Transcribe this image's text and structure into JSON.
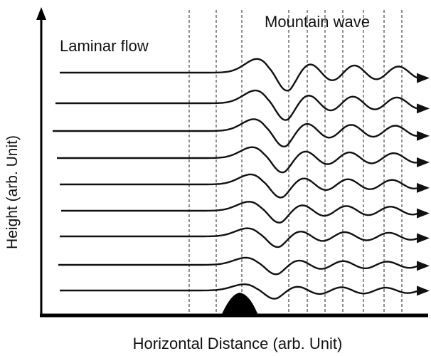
{
  "labels": {
    "mountain_wave": "Mountain wave",
    "laminar_flow": "Laminar flow",
    "y_axis": "Height (arb. Unit)",
    "x_axis": "Horizontal Distance (arb. Unit)"
  },
  "diagram": {
    "streamline_count": 9,
    "dashed_guide_count": 10,
    "colors": {
      "line": "#111111",
      "guide": "#222222",
      "mountain": "#000000"
    }
  }
}
